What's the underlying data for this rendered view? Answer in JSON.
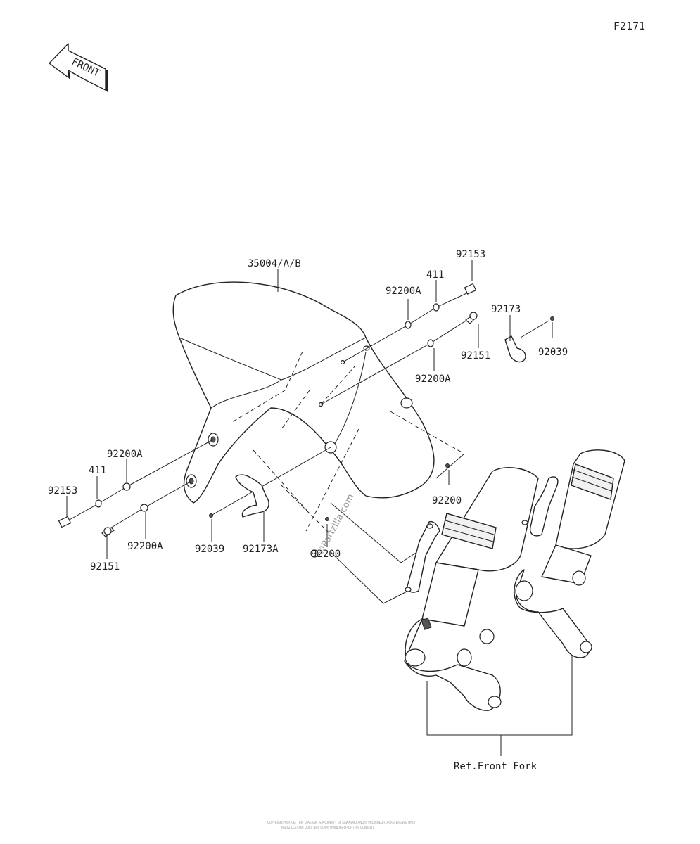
{
  "diagram_code": "F2171",
  "front_arrow_label": "FRONT",
  "callouts": {
    "fender": "35004/A/B",
    "bolt_top": "92153",
    "collar_top": "411",
    "washer_top": "92200A",
    "clip_right": "92173",
    "bolt_right": "92151",
    "screw_right": "92039",
    "washer_right": "92200A",
    "nut_right": "92200",
    "washer_left_upper": "92200A",
    "collar_left": "411",
    "bolt_left": "92153",
    "bolt_left_lower": "92151",
    "washer_left_lower": "92200A",
    "screw_left": "92039",
    "clip_left": "92173A",
    "nut_center": "92200",
    "ref_fork": "Ref.Front Fork"
  },
  "watermark": "©Partzilla.com",
  "footer_text": {
    "line1": "COPYRIGHT NOTICE: THIS DIAGRAM IS PROPERTY OF KAWASAKI AND IS PROVIDED FOR REFERENCE ONLY",
    "line2": "PARTZILLA.COM DOES NOT CLAIM OWNERSHIP OF THIS CONTENT"
  },
  "icons": {
    "front_arrow": "front-arrow-icon"
  }
}
